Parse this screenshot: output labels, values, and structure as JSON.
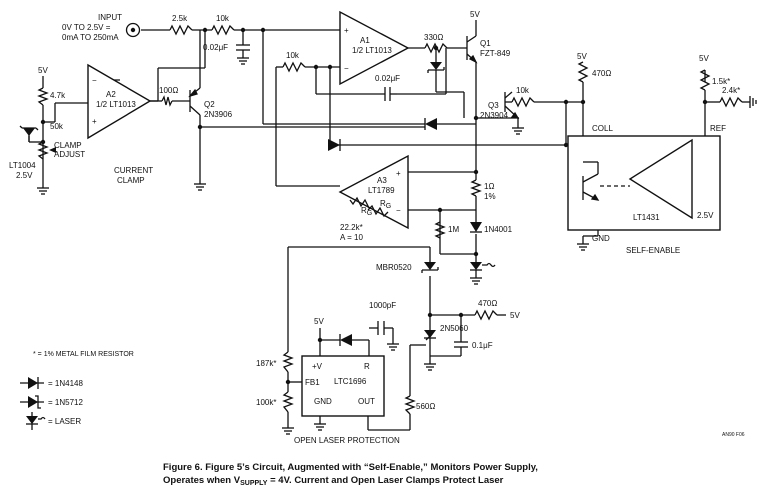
{
  "input": {
    "label": "INPUT",
    "range_v": "0V TO 2.5V =",
    "range_i": "0mA TO 250mA"
  },
  "components": {
    "r_in": "2.5k",
    "r_in2": "10k",
    "c_in": "0.02μF",
    "a1_name": "A1",
    "a1_part": "1/2 LT1013",
    "r_fb": "10k",
    "c_fb": "0.02μF",
    "r_a1out": "330Ω",
    "q1_v": "5V",
    "q1_name": "Q1",
    "q1_part": "FZT-849",
    "a2_v": "5V",
    "r_47k": "4.7k",
    "pot": "50k",
    "clamp1": "CLAMP",
    "clamp2": "ADJUST",
    "ref_name": "LT1004",
    "ref_v": "2.5V",
    "a2_name": "A2",
    "a2_part": "1/2 LT1013",
    "r_a2out": "100Ω",
    "q2_name": "Q2",
    "q2_part": "2N3906",
    "cc1": "CURRENT",
    "cc2": "CLAMP",
    "q3_name": "Q3",
    "q3_part": "2N3904",
    "r_q3": "10k",
    "v5_coll": "5V",
    "r_coll": "470Ω",
    "coll": "COLL",
    "v5_ref": "5V",
    "r_15k": "1.5k*",
    "r_24k": "2.4k*",
    "ref": "REF",
    "lt1431": "LT1431",
    "lt1431_v": "2.5V",
    "gnd": "GND",
    "self_enable": "SELF-ENABLE",
    "a3_name": "A3",
    "a3_part": "LT1789",
    "rg1": "R",
    "rg1_sub": "G",
    "rg2": "R",
    "rg2_sub": "G",
    "r_222k": "22.2k*",
    "gain": "A = 10",
    "r_1ohm": "1Ω",
    "r_1ohm_tol": "1%",
    "r_1m": "1M",
    "d_1n4001": "1N4001",
    "d_mbr": "MBR0520",
    "c_1000p": "1000pF",
    "r_470": "470Ω",
    "v5_470": "5V",
    "scr": "2N5060",
    "c_01u": "0.1μF",
    "v5_1696": "5V",
    "pin_v": "+V",
    "pin_r": "R",
    "ltc1696": "LTC1696",
    "pin_fb": "FB1",
    "pin_gnd": "GND",
    "pin_out": "OUT",
    "r_187k": "187k*",
    "r_100k": "100k*",
    "r_560": "560Ω",
    "olp": "OPEN LASER PROTECTION",
    "plus": "+",
    "minus": "−"
  },
  "legend": {
    "note": "* = 1% METAL FILM RESISTOR",
    "d1": "= 1N4148",
    "d2": "= 1N5712",
    "d3": "= LASER"
  },
  "figure_code": "AN90 F06",
  "caption": {
    "line1": "Figure 6. Figure 5’s Circuit, Augmented with “Self-Enable,” Monitors Power Supply,",
    "line2_a": "Operates when V",
    "line2_sub": "SUPPLY",
    "line2_b": " = 4V. Current and Open Laser Clamps Protect Laser"
  }
}
